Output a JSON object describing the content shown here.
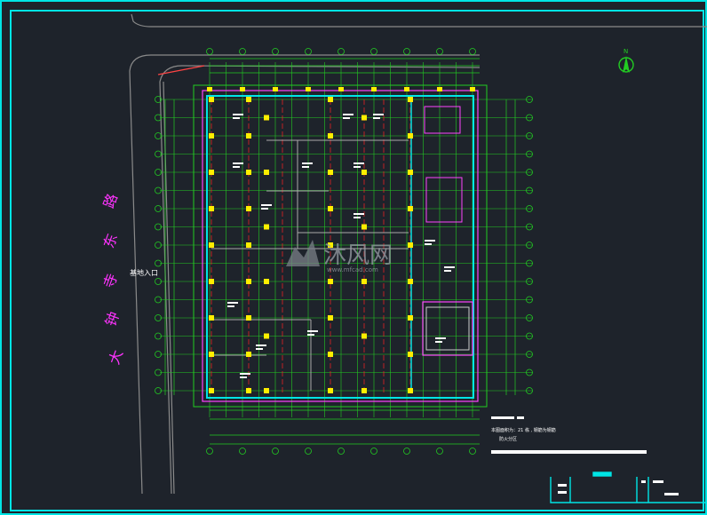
{
  "drawing": {
    "road_label_chars": [
      "大",
      "钟",
      "寺",
      "东",
      "路"
    ],
    "entrance_label": "基地入口",
    "north_symbol": "N",
    "watermark_text": "沐风网",
    "watermark_url": "www.mfcad.com",
    "note_line": "本图面积为：21 栋 , 钢筋为钢筋",
    "note_title": "防火分区",
    "colors": {
      "background": "#1e232b",
      "frame": "#00e5e5",
      "grid": "#22cc22",
      "axis_red": "#ff2222",
      "column": "#ffee00",
      "wall": "#ff44ff",
      "road_text": "#ff33ff",
      "text": "#ffffff"
    }
  }
}
